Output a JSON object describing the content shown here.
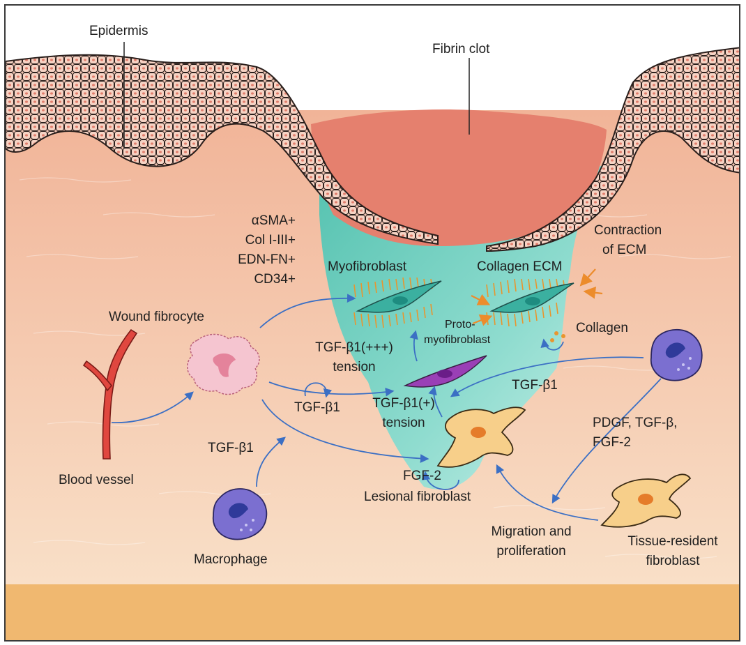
{
  "labels": {
    "epidermis": "Epidermis",
    "fibrin_clot": "Fibrin clot",
    "markers": [
      "αSMA+",
      "Col I-III+",
      "EDN-FN+",
      "CD34+"
    ],
    "myofibroblast": "Myofibroblast",
    "collagen_ecm": "Collagen ECM",
    "contraction_ecm": [
      "Contraction",
      "of ECM"
    ],
    "wound_fibrocyte": "Wound fibrocyte",
    "proto_myofibroblast": [
      "Proto-",
      "myofibroblast"
    ],
    "collagen": "Collagen",
    "tgf_b1_high_tension": [
      "TGF-β1(+++)",
      "tension"
    ],
    "tgf_b1_mid": "TGF-β1",
    "tgf_b1_right": "TGF-β1",
    "tgf_b1_low_tension": [
      "TGF-β1(+)",
      "tension"
    ],
    "pdgf_line": [
      "PDGF, TGF-β,",
      "FGF-2"
    ],
    "tgf_b1_macrophage": "TGF-β1",
    "blood_vessel": "Blood vessel",
    "fgf2": "FGF-2",
    "lesional_fibroblast": "Lesional fibroblast",
    "migration_proliferation": [
      "Migration and",
      "proliferation"
    ],
    "tissue_resident_fibroblast": [
      "Tissue-resident",
      "fibroblast"
    ],
    "macrophage": "Macrophage"
  },
  "colors": {
    "dermis_top": "#f2b79a",
    "dermis_bottom": "#f8dcc4",
    "base_band": "#f0b870",
    "fibrin_clot": "#e5806e",
    "wound_tissue": "#5cc9b5",
    "epidermis_cells": "#e39a86",
    "arrow_blue": "#3b6fc4",
    "arrow_orange": "#ec8c2c",
    "myofibroblast_cell": "#3bb0a0",
    "proto_cell": "#9a3fb6",
    "fibroblast_cell": "#f7cf8a",
    "macrophage_cell": "#7b6fd0",
    "fibrocyte_cell": "#f5c5d0",
    "blood_vessel": "#e0473f"
  }
}
